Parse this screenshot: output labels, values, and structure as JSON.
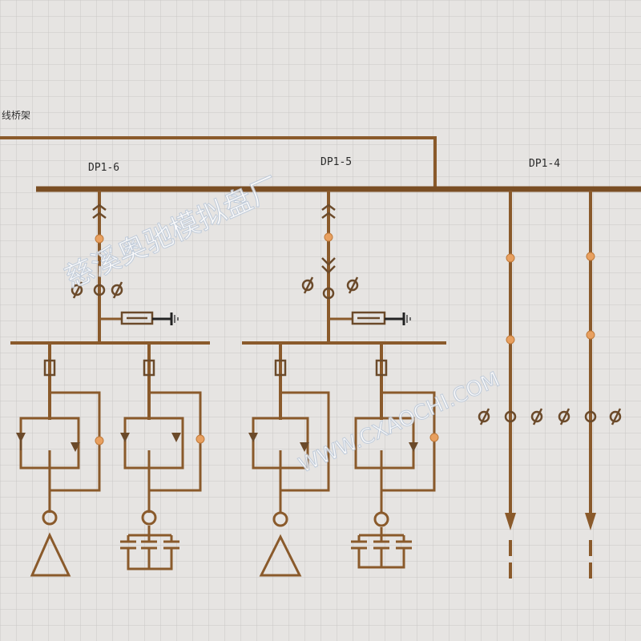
{
  "top_caption": "线桥架",
  "feeders": [
    {
      "id": "dp1-6",
      "label": "DP1-6"
    },
    {
      "id": "dp1-5",
      "label": "DP1-5"
    },
    {
      "id": "dp1-4",
      "label": "DP1-4"
    }
  ],
  "watermark": {
    "company": "慈溪奥驰模拟盘厂",
    "url": "WWW.CXAOCHI.COM"
  },
  "colors": {
    "background": "#e6e4e2",
    "grid": "#c9c7c6",
    "wire": "#8a5a2b",
    "lamp": "#e8a060"
  }
}
